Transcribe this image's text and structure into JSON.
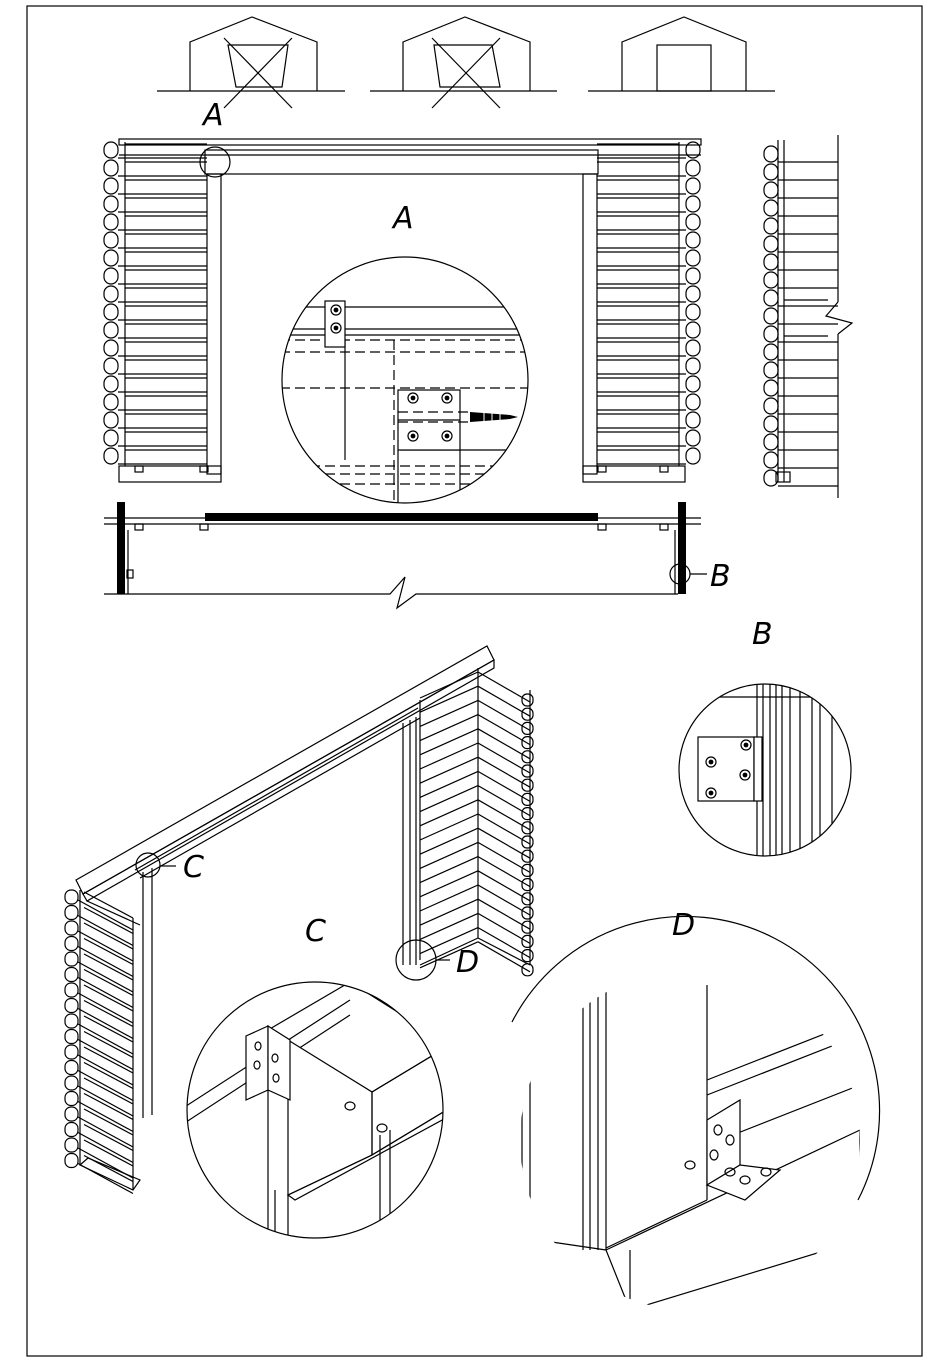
{
  "labels": {
    "a": "A",
    "b": "B",
    "c": "C",
    "d": "D"
  },
  "icons": [
    "house-crossed-icon",
    "house-crossed-icon",
    "house-door-icon"
  ],
  "colors": {
    "line": "#000000",
    "background": "#ffffff"
  }
}
